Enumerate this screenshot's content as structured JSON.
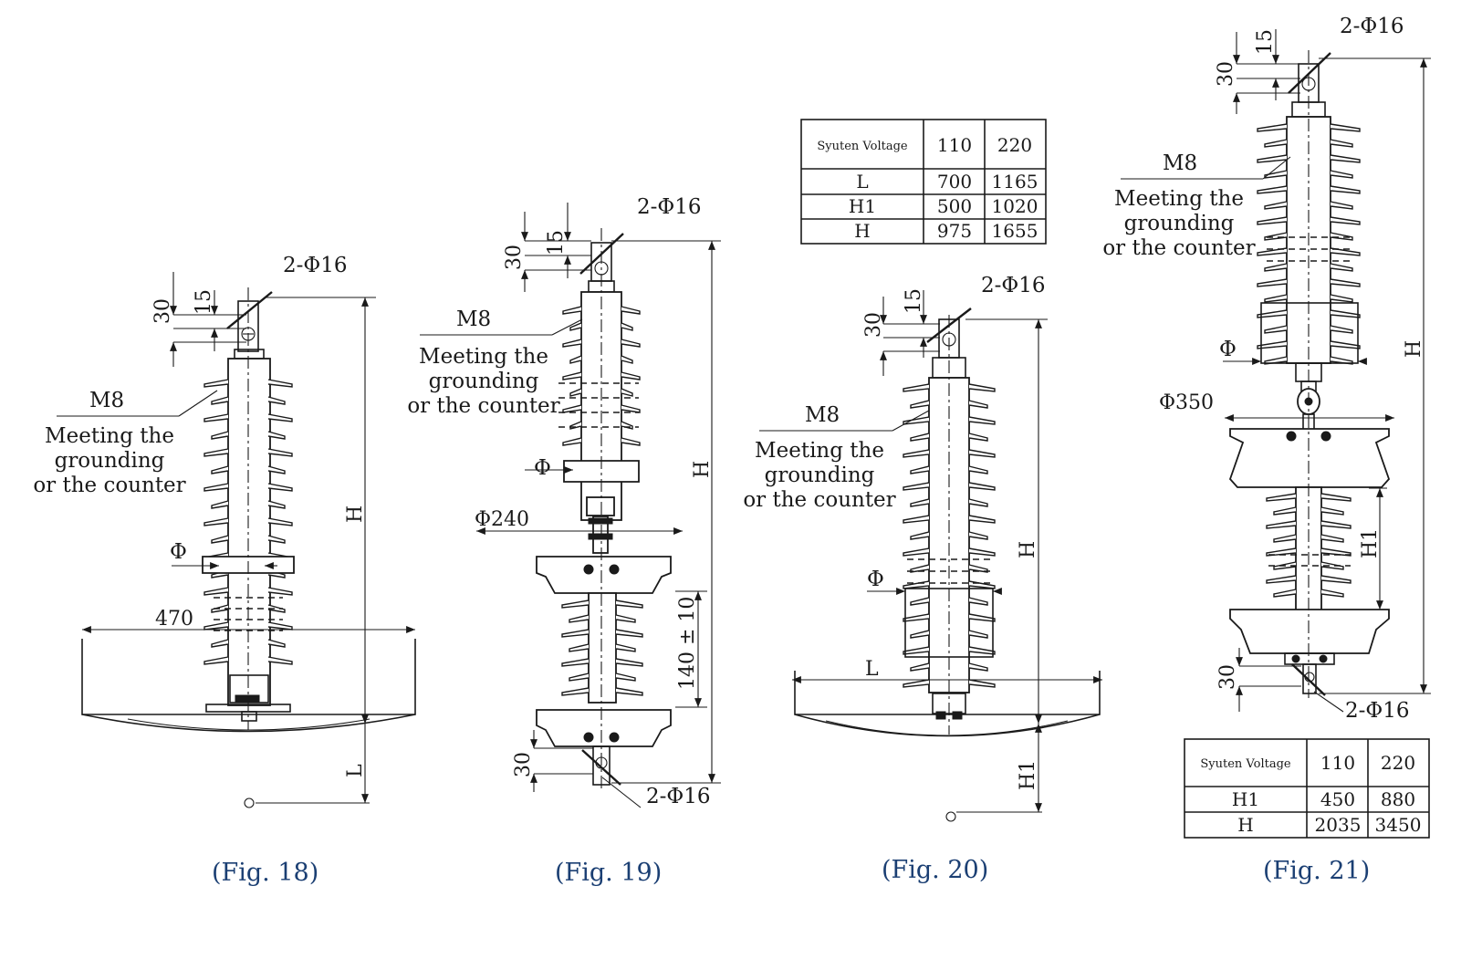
{
  "labels": {
    "phi16": "2-Φ16",
    "m8": "M8",
    "meeting_lines": [
      "Meeting the",
      "grounding",
      "or the counter"
    ],
    "phi": "Φ",
    "h": "H",
    "h1": "H1",
    "l": "L",
    "d30": "30",
    "d15": "15",
    "d470": "470",
    "phi240": "Φ240",
    "d140": "140 ± 10",
    "phi350": "Φ350"
  },
  "captions": {
    "fig18": "(Fig. 18)",
    "fig19": "(Fig. 19)",
    "fig20": "(Fig. 20)",
    "fig21": "(Fig. 21)"
  },
  "table20": {
    "header": [
      "Syuten Voltage",
      "110",
      "220"
    ],
    "rows": [
      [
        "L",
        "700",
        "1165"
      ],
      [
        "H1",
        "500",
        "1020"
      ],
      [
        "H",
        "975",
        "1655"
      ]
    ]
  },
  "table21": {
    "header": [
      "Syuten Voltage",
      "110",
      "220"
    ],
    "rows": [
      [
        "H1",
        "450",
        "880"
      ],
      [
        "H",
        "2035",
        "3450"
      ]
    ]
  }
}
